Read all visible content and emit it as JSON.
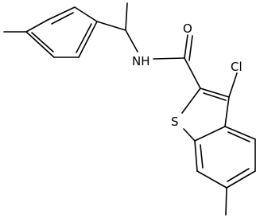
{
  "molecule": {
    "atom_labels": {
      "oxygen": "O",
      "amide_nh": "NH",
      "chlorine": "Cl",
      "sulfur": "S"
    },
    "colors": {
      "bond": "#000000",
      "label": "#000000",
      "background": "#ffffff"
    }
  }
}
